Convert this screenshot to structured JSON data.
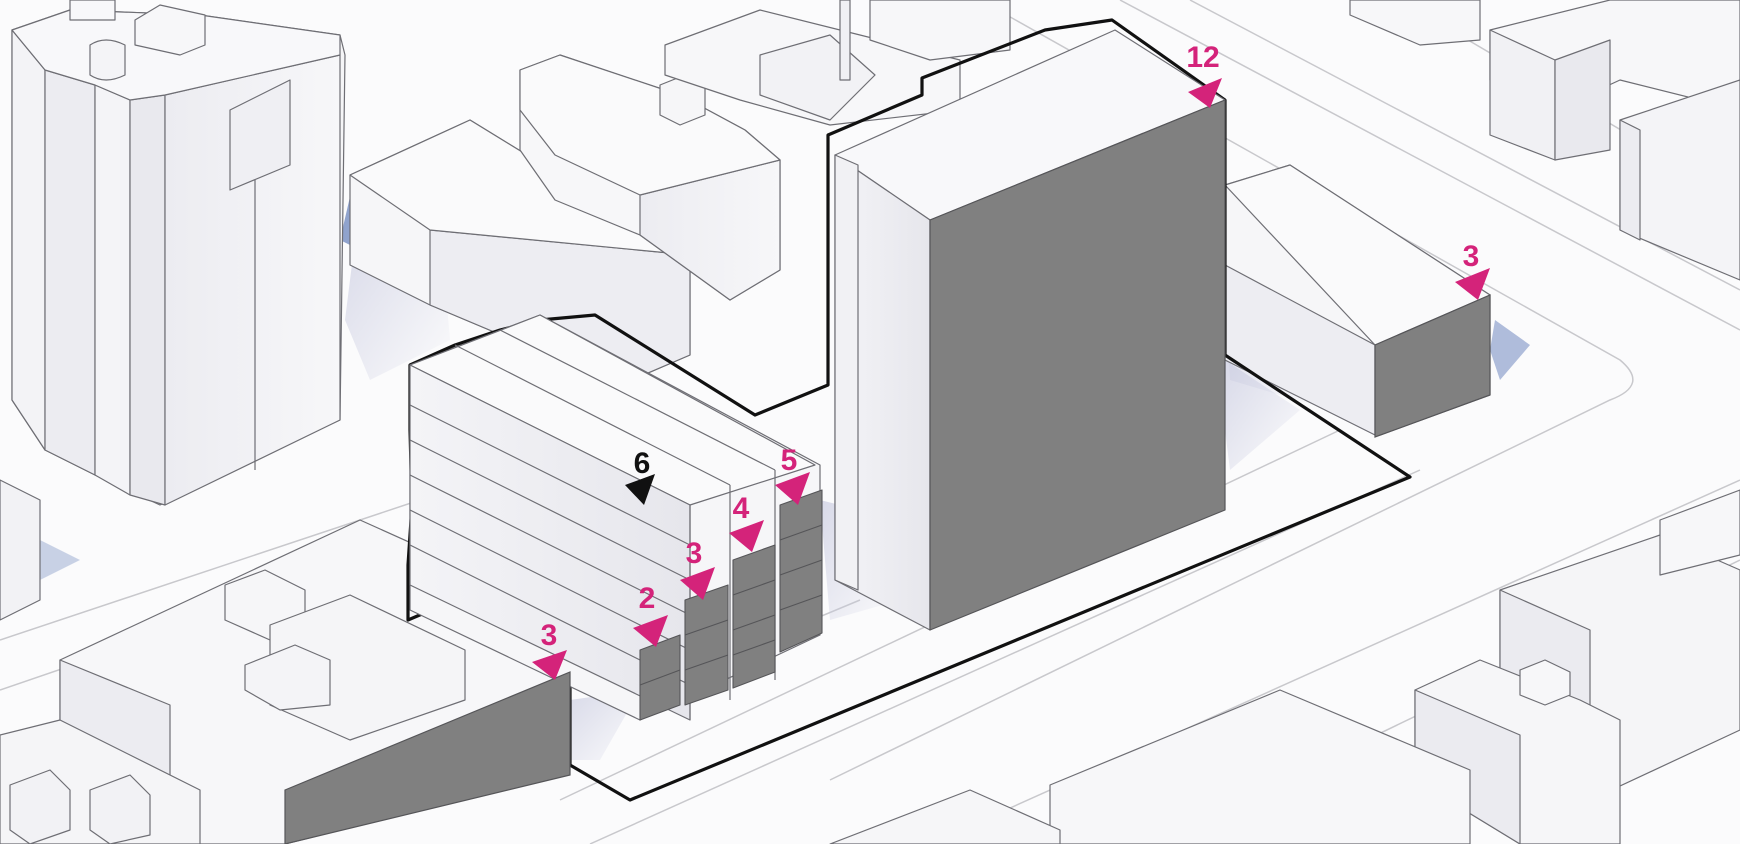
{
  "colors": {
    "accent": "#d4237a",
    "current": "#111111",
    "solid": "#808080",
    "outline": "#111111",
    "shadow": "#7d93c4"
  },
  "labels": {
    "current_floors": "6",
    "tower_floors": "12",
    "east_building_floors": "3",
    "step_5_floors": "5",
    "step_4_floors": "4",
    "step_3_floors": "3",
    "step_2_floors": "2",
    "west_building_floors": "3"
  }
}
